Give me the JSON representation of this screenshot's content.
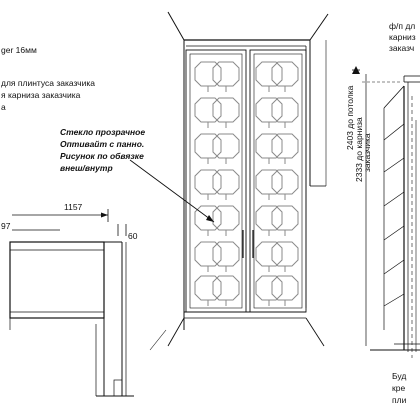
{
  "left_notes": {
    "line1": "ger 16мм",
    "line2": "для плинтуса заказчика",
    "line3": "я карниза заказчика",
    "line4": "а"
  },
  "left_dims": {
    "width_1157": "1157",
    "partial_97": "97",
    "height_60": "60"
  },
  "glass_note": {
    "line1": "Стекло прозрачное",
    "line2": "Оптивайт с панно.",
    "line3": "Рисунок по обвязке",
    "line4": "внеш/внутр"
  },
  "right_notes": {
    "top1": "ф/п дл",
    "top2": "карниз",
    "top3": "заказч",
    "bottom1": "Буд",
    "bottom2": "кре",
    "bottom3": "пли"
  },
  "right_dims": {
    "to_ceiling": "2403 до потолка",
    "to_cornice_line1": "2333 до карниза",
    "to_cornice_line2": "заказчика"
  },
  "colors": {
    "line": "#111111",
    "thin": "#666666",
    "glass": "#9a9a9a"
  }
}
